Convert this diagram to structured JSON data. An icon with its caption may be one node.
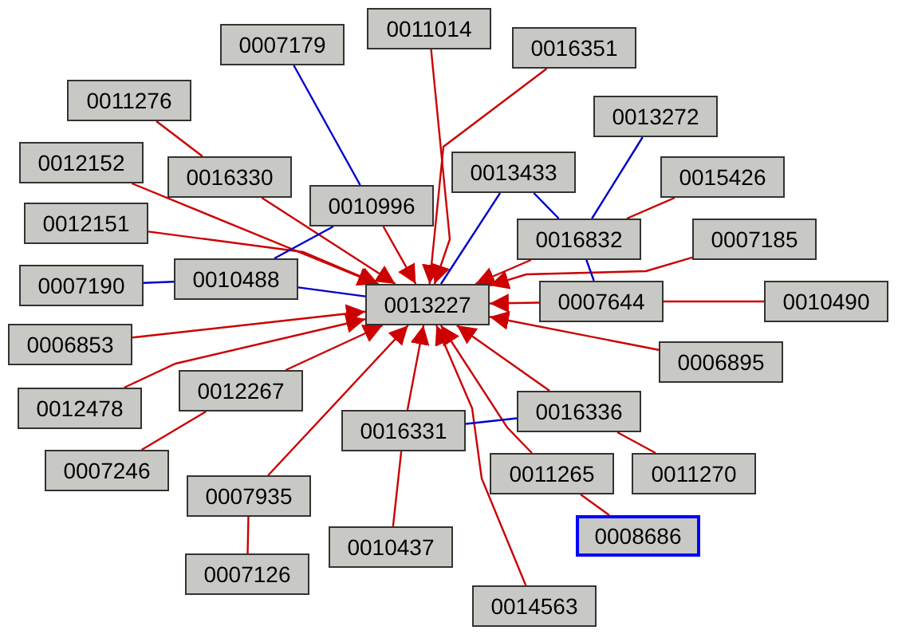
{
  "diagram": {
    "nodes": [
      {
        "text": [
          "0007179"
        ]
      },
      {
        "text": [
          "0011014"
        ]
      },
      {
        "text": [
          "0016351"
        ]
      },
      {
        "text": [
          "0011276"
        ]
      },
      {
        "text": [
          "0013272"
        ]
      },
      {
        "text": [
          "0012152"
        ]
      },
      {
        "text": [
          "0016330"
        ]
      },
      {
        "text": [
          "0013433"
        ]
      },
      {
        "text": [
          "0010996"
        ]
      },
      {
        "text": [
          "0015426"
        ]
      },
      {
        "text": [
          "0012151"
        ]
      },
      {
        "text": [
          "0016832"
        ]
      },
      {
        "text": [
          "0007185"
        ]
      },
      {
        "text": [
          "0007190"
        ]
      },
      {
        "text": [
          "0010488"
        ]
      },
      {
        "text": [
          "0013227"
        ]
      },
      {
        "text": [
          "0007644"
        ]
      },
      {
        "text": [
          "0010490"
        ]
      },
      {
        "text": [
          "0006853"
        ]
      },
      {
        "text": [
          "0006895"
        ]
      },
      {
        "text": [
          "0012478"
        ]
      },
      {
        "text": [
          "0012267"
        ]
      },
      {
        "text": [
          "0016331"
        ]
      },
      {
        "text": [
          "0016336"
        ]
      },
      {
        "text": [
          "0007246"
        ]
      },
      {
        "text": [
          "0011265"
        ]
      },
      {
        "text": [
          "0011270"
        ]
      },
      {
        "text": [
          "0007935"
        ]
      },
      {
        "text": [
          "0010437"
        ]
      },
      {
        "text": [
          "0008686"
        ]
      },
      {
        "text": [
          "0007126"
        ]
      },
      {
        "text": [
          "0014563"
        ]
      }
    ],
    "edges": [
      {
        "from": 1,
        "to": 15,
        "arrow": "to"
      },
      {
        "from": 2,
        "to": 15,
        "arrow": "to"
      },
      {
        "from": 5,
        "to": 15,
        "arrow": "to"
      },
      {
        "from": 6,
        "to": 15,
        "arrow": "to"
      },
      {
        "from": 8,
        "to": 15,
        "arrow": "to"
      },
      {
        "from": 10,
        "to": 15,
        "arrow": "to"
      },
      {
        "from": 11,
        "to": 15,
        "arrow": "to"
      },
      {
        "from": 12,
        "to": 15,
        "arrow": "to"
      },
      {
        "from": 16,
        "to": 15,
        "arrow": "to"
      },
      {
        "from": 18,
        "to": 15,
        "arrow": "to"
      },
      {
        "from": 19,
        "to": 15,
        "arrow": "to"
      },
      {
        "from": 20,
        "to": 15,
        "arrow": "to"
      },
      {
        "from": 21,
        "to": 15,
        "arrow": "to"
      },
      {
        "from": 22,
        "to": 15,
        "arrow": "to"
      },
      {
        "from": 23,
        "to": 15,
        "arrow": "to"
      },
      {
        "from": 25,
        "to": 15,
        "arrow": "to"
      },
      {
        "from": 27,
        "to": 15,
        "arrow": "to"
      },
      {
        "from": 31,
        "to": 15,
        "arrow": "to"
      },
      {
        "from": 3,
        "to": 6,
        "arrow": "none"
      },
      {
        "from": 9,
        "to": 11,
        "arrow": "none"
      },
      {
        "from": 17,
        "to": 16,
        "arrow": "none"
      },
      {
        "from": 24,
        "to": 21,
        "arrow": "none"
      },
      {
        "from": 26,
        "to": 23,
        "arrow": "none"
      },
      {
        "from": 28,
        "to": 22,
        "arrow": "none"
      },
      {
        "from": 29,
        "to": 25,
        "arrow": "none"
      },
      {
        "from": 30,
        "to": 27,
        "arrow": "none"
      },
      {
        "from": 0,
        "to": 8,
        "arrow": "none",
        "color": "#0000cc"
      },
      {
        "from": 13,
        "to": 14,
        "arrow": "none",
        "color": "#0000cc"
      },
      {
        "from": 14,
        "to": 15,
        "arrow": "none",
        "color": "#0000cc"
      },
      {
        "from": 14,
        "to": 8,
        "arrow": "none",
        "color": "#0000cc"
      },
      {
        "from": 7,
        "to": 15,
        "arrow": "none",
        "color": "#0000cc"
      },
      {
        "from": 7,
        "to": 11,
        "arrow": "none",
        "color": "#0000cc"
      },
      {
        "from": 4,
        "to": 11,
        "arrow": "none",
        "color": "#0000cc"
      },
      {
        "from": 11,
        "to": 16,
        "arrow": "none",
        "color": "#0000cc"
      },
      {
        "from": 22,
        "to": 23,
        "arrow": "none",
        "color": "#0000cc"
      }
    ]
  }
}
